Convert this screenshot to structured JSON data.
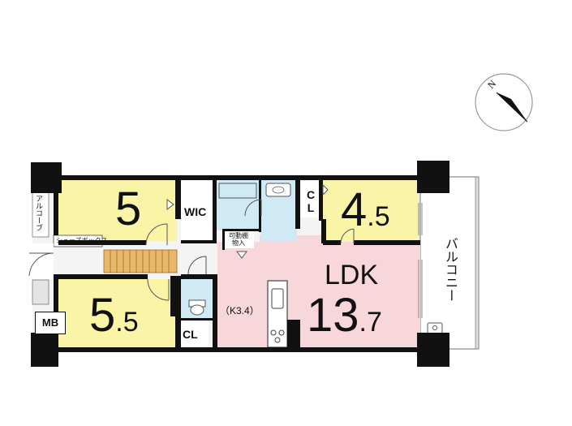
{
  "colors": {
    "room_yellow": "#F9F4A6",
    "ldk_pink": "#F7D7DA",
    "wet_blue": "#CFE9F5",
    "wall": "#111111",
    "floor_gray": "#EDEDED",
    "stair_orange": "#E8B86A"
  },
  "compass": {
    "north": "N"
  },
  "rooms": {
    "room_5": {
      "size": "5"
    },
    "room_55": {
      "size_main": "5",
      "size_dec": ".5"
    },
    "room_45": {
      "size_main": "4",
      "size_dec": ".5"
    },
    "ldk": {
      "name": "LDK",
      "size_main": "13",
      "size_dec": ".7"
    },
    "wic": "WIC",
    "cl_upper": {
      "c": "C",
      "l": "L"
    },
    "cl_lower": "CL",
    "mb": "MB"
  },
  "labels": {
    "alcove": "アルコーブ",
    "shoe_box": "シューズボックス",
    "storage_line1": "可動棚",
    "storage_line2": "物入",
    "kitchen": "（K3.4）",
    "balcony": "バルコニー"
  }
}
